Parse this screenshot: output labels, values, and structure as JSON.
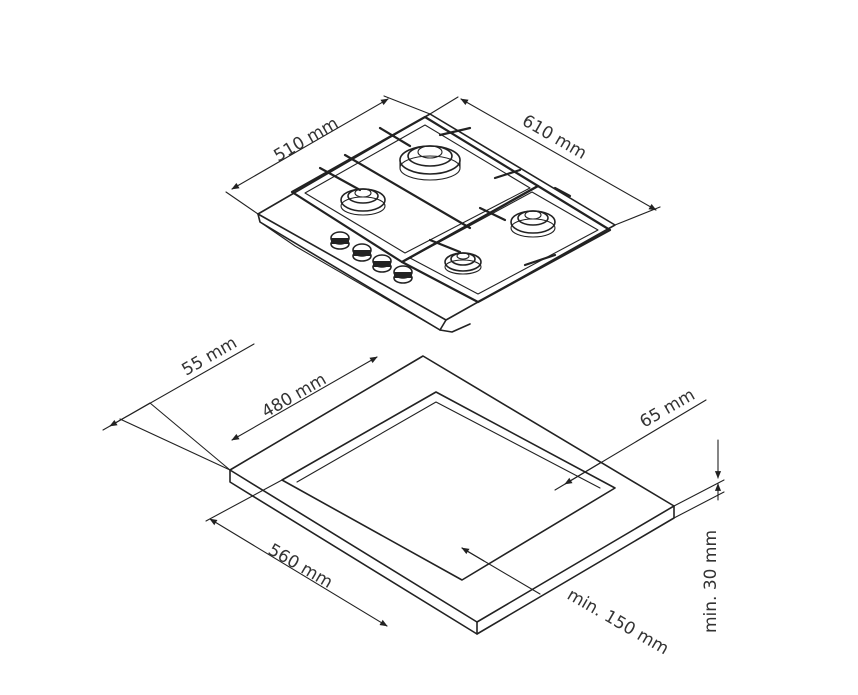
{
  "hob": {
    "width_label": "510 mm",
    "depth_label": "610 mm"
  },
  "cutout": {
    "margin_label": "55 mm",
    "inner_width_label": "480 mm",
    "side_margin_label": "65 mm",
    "depth_label": "560 mm",
    "front_clearance_label": "min. 150 mm",
    "thickness_label": "min. 30 mm"
  },
  "colors": {
    "stroke": "#222222",
    "text": "#333333",
    "background": "#ffffff"
  }
}
